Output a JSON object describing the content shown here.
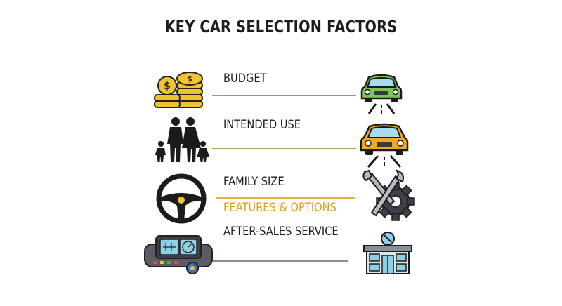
{
  "title": "KEY CAR SELECTION FACTORS",
  "factors": [
    {
      "label": "BUDGET",
      "left_icon": "stacked-coins-icon",
      "right_icon": "green-car-on-road-icon",
      "line_color": "#4fb3b3"
    },
    {
      "label": "INTENDED USE",
      "left_icon": "family-icon",
      "right_icon": "orange-car-on-road-icon",
      "line_color": "#8cb35a"
    },
    {
      "label": "FAMILY SIZE",
      "left_icon": "steering-wheel-icon",
      "right_icon": "wrench-gear-icon",
      "line_color": "#e8b13a"
    },
    {
      "label": "FEATURES & OPTIONS",
      "label_color": "#d9a21e"
    },
    {
      "label": "AFTER-SALES SERVICE",
      "left_icon": "dashboard-icon",
      "right_icon": "service-station-icon",
      "line_color": "#8c8c8c"
    }
  ]
}
